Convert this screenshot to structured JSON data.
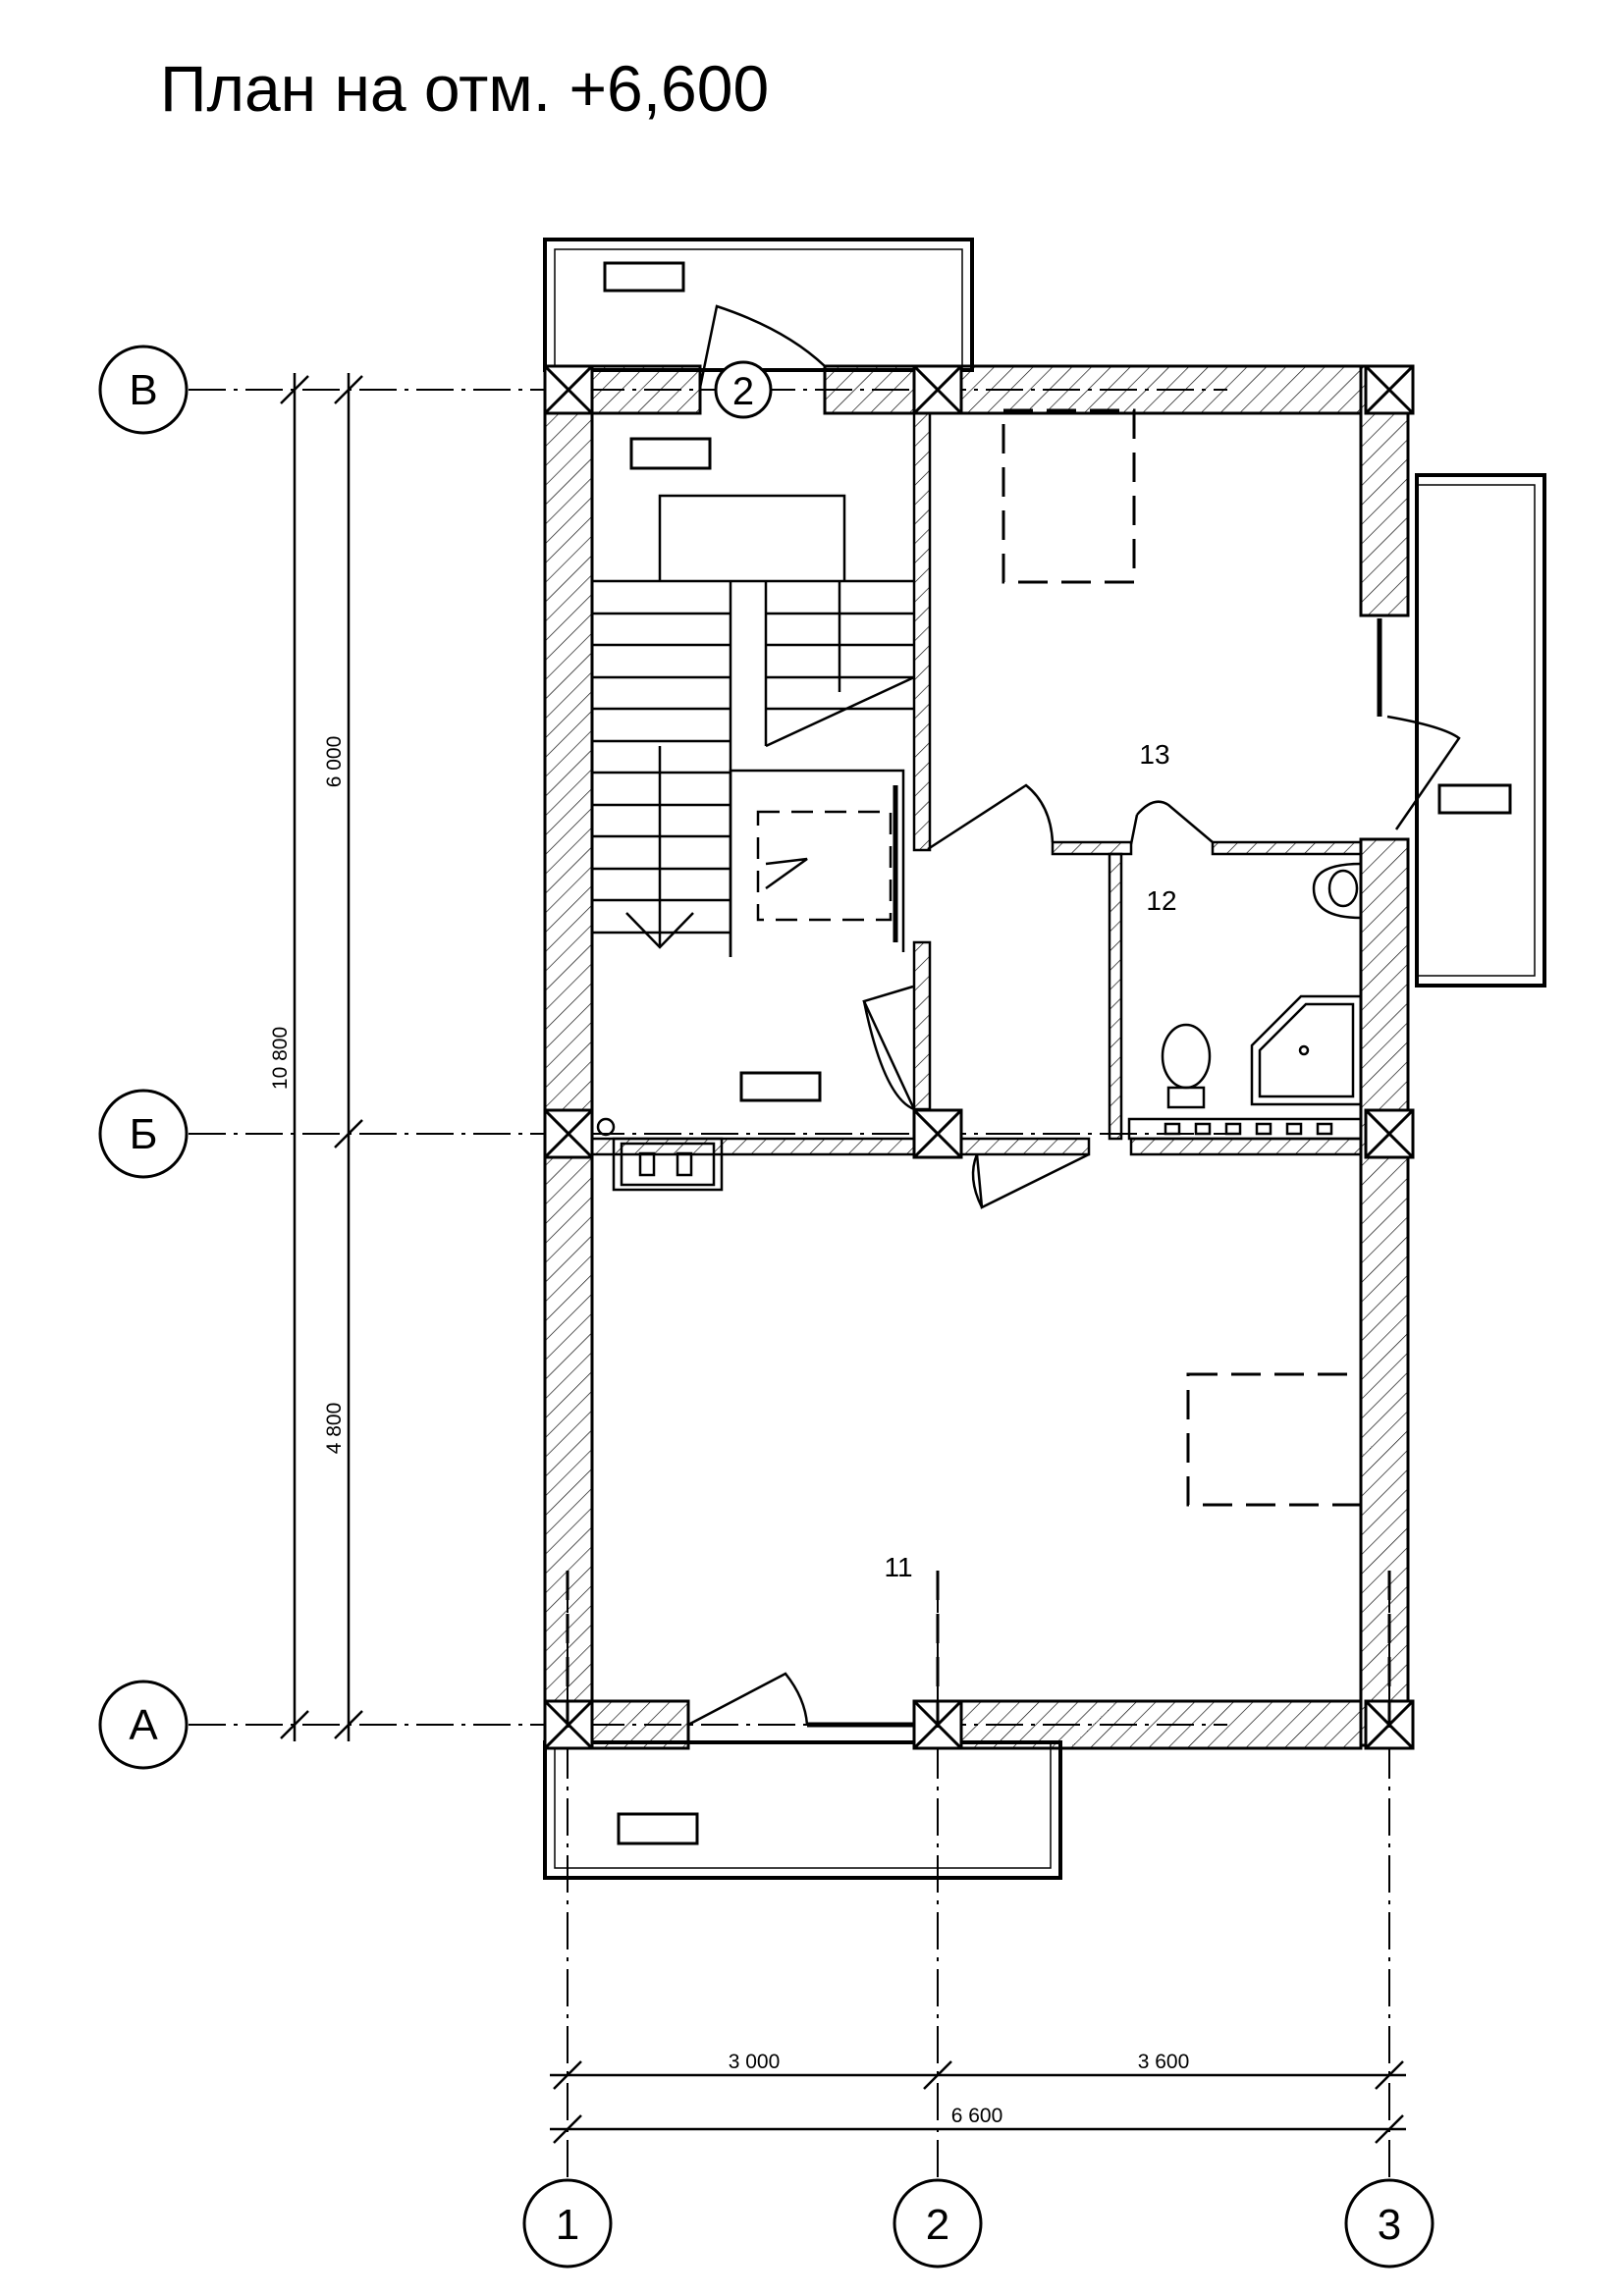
{
  "title": "План на отм. +6,600",
  "axes": {
    "horizontal": [
      "В",
      "Б",
      "А"
    ],
    "vertical": [
      "1",
      "2",
      "3"
    ]
  },
  "dimensions": {
    "v_total": "10 800",
    "v_upper": "6 000",
    "v_lower": "4 800",
    "h_left": "3 000",
    "h_right": "3 600",
    "h_total": "6 600"
  },
  "rooms": {
    "r11": "11",
    "r12": "12",
    "r13": "13"
  },
  "stair_mark": "2",
  "colors": {
    "line": "#000000",
    "background": "#ffffff"
  }
}
